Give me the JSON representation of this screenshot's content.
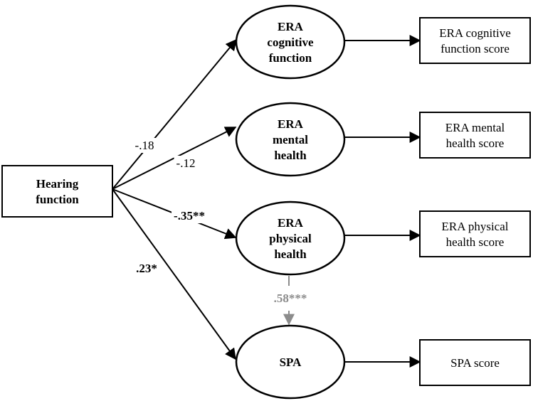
{
  "diagram": {
    "latent_nodes": [
      {
        "id": "cog",
        "lines": [
          "ERA",
          "cognitive",
          "function"
        ]
      },
      {
        "id": "ment",
        "lines": [
          "ERA",
          "mental",
          "health"
        ]
      },
      {
        "id": "phys",
        "lines": [
          "ERA",
          "physical",
          "health"
        ]
      },
      {
        "id": "spa",
        "lines": [
          "SPA"
        ]
      }
    ],
    "observed_nodes": [
      {
        "id": "hearing",
        "lines": [
          "Hearing",
          "function"
        ]
      },
      {
        "id": "cog_score",
        "lines": [
          "ERA cognitive",
          "function score"
        ]
      },
      {
        "id": "ment_score",
        "lines": [
          "ERA mental",
          "health score"
        ]
      },
      {
        "id": "phys_score",
        "lines": [
          "ERA physical",
          "health score"
        ]
      },
      {
        "id": "spa_score",
        "lines": [
          "SPA score"
        ]
      }
    ],
    "paths": [
      {
        "id": "h_cog",
        "from": "hearing",
        "to": "cog",
        "coefficient": "-.18",
        "significant": false
      },
      {
        "id": "h_ment",
        "from": "hearing",
        "to": "ment",
        "coefficient": "-.12",
        "significant": false
      },
      {
        "id": "h_phys",
        "from": "hearing",
        "to": "phys",
        "coefficient": "-.35**",
        "significant": true
      },
      {
        "id": "h_spa",
        "from": "hearing",
        "to": "spa",
        "coefficient": ".23*",
        "significant": true
      },
      {
        "id": "phys_spa",
        "from": "phys",
        "to": "spa",
        "coefficient": ".58***",
        "significant": true,
        "style": "dashed-gray"
      }
    ],
    "colors": {
      "line": "#000000",
      "dashed_path": "#8c8c8c",
      "background": "#ffffff"
    }
  }
}
